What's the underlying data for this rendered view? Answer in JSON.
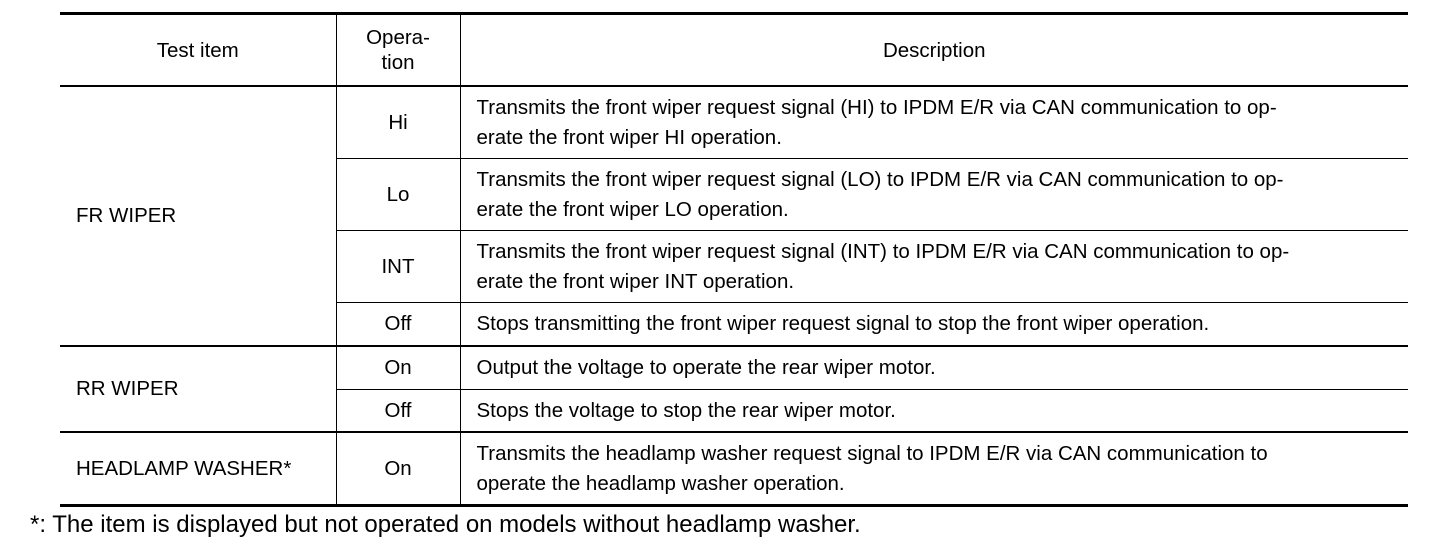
{
  "table": {
    "headers": {
      "test_item": "Test item",
      "operation": "Opera-\ntion",
      "description": "Description"
    },
    "groups": [
      {
        "item": "FR WIPER",
        "rows": [
          {
            "operation": "Hi",
            "description": "Transmits the front wiper request signal (HI) to IPDM E/R via CAN communication to op-\nerate the front wiper HI operation."
          },
          {
            "operation": "Lo",
            "description": "Transmits the front wiper request signal (LO) to IPDM E/R via CAN communication to op-\nerate the front wiper LO operation."
          },
          {
            "operation": "INT",
            "description": "Transmits the front wiper request signal (INT) to IPDM E/R via CAN communication to op-\nerate the front wiper INT operation."
          },
          {
            "operation": "Off",
            "description": "Stops transmitting the front wiper request signal to stop the front wiper operation."
          }
        ]
      },
      {
        "item": "RR WIPER",
        "rows": [
          {
            "operation": "On",
            "description": "Output the voltage to operate the rear wiper motor."
          },
          {
            "operation": "Off",
            "description": "Stops the voltage to stop the rear wiper motor."
          }
        ]
      },
      {
        "item": "HEADLAMP WASHER*",
        "rows": [
          {
            "operation": "On",
            "description": "Transmits the headlamp washer request signal to IPDM E/R via CAN communication to\noperate the headlamp washer operation."
          }
        ]
      }
    ]
  },
  "footnote": "*: The item is displayed but not operated on models without headlamp washer."
}
